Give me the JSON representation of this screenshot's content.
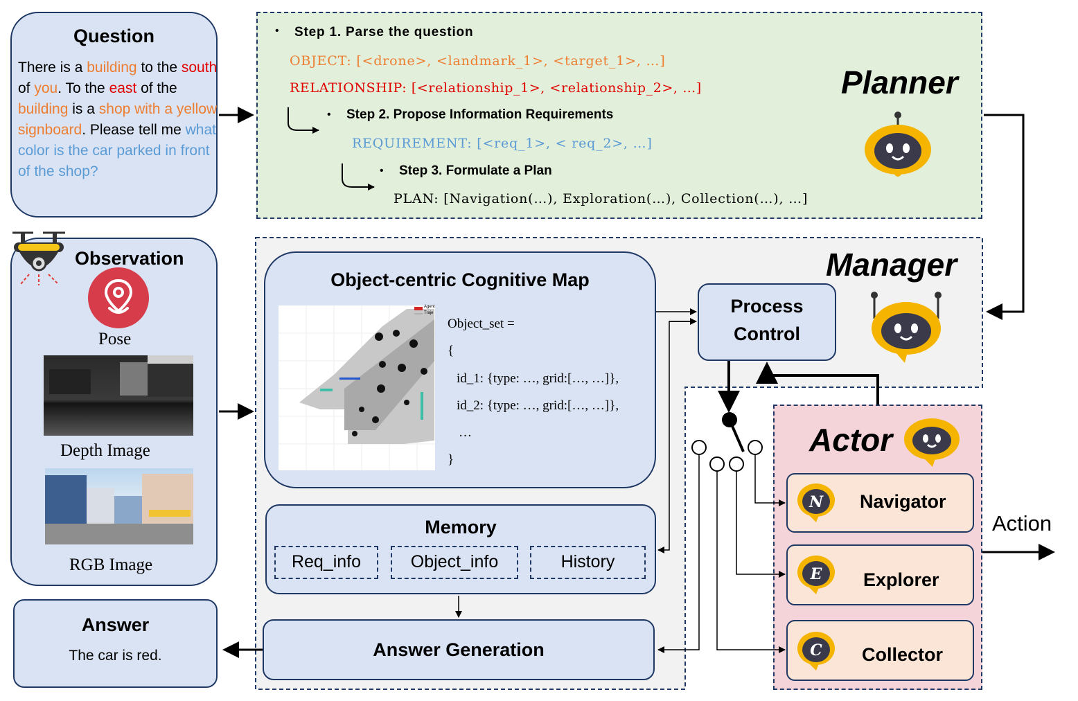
{
  "question": {
    "title": "Question",
    "segments": [
      {
        "text": "There is a ",
        "c": "k"
      },
      {
        "text": "building",
        "c": "o"
      },
      {
        "text": " to the ",
        "c": "k"
      },
      {
        "text": "south",
        "c": "r"
      },
      {
        "text": " of ",
        "c": "k"
      },
      {
        "text": "you",
        "c": "o"
      },
      {
        "text": ". To the ",
        "c": "k"
      },
      {
        "text": "east",
        "c": "r"
      },
      {
        "text": " of the ",
        "c": "k"
      },
      {
        "text": "building",
        "c": "o"
      },
      {
        "text": " is a ",
        "c": "k"
      },
      {
        "text": "shop with a yellow signboard",
        "c": "o"
      },
      {
        "text": ". Please tell me ",
        "c": "k"
      },
      {
        "text": "what color is the car parked in front of the shop?",
        "c": "b"
      }
    ]
  },
  "planner": {
    "label": "Planner",
    "step1": "Step 1. Parse the question",
    "object_line": "OBJECT: [<drone>, <landmark_1>, <target_1>, …]",
    "relationship_line": "RELATIONSHIP: [<relationship_1>, <relationship_2>, …]",
    "step2": "Step 2.  Propose Information Requirements",
    "requirement_line": "REQUIREMENT: [<req_1>, < req_2>, …]",
    "step3": "Step 3. Formulate a Plan",
    "plan_line": "PLAN: [Navigation(…), Exploration(…), Collection(…), …]"
  },
  "observation": {
    "title": "Observation",
    "pose": "Pose",
    "depth": "Depth Image",
    "rgb": "RGB Image"
  },
  "answer": {
    "title": "Answer",
    "text": "The car is red."
  },
  "manager": {
    "label": "Manager",
    "cogmap_title": "Object-centric Cognitive Map",
    "legend_agent": "Agent",
    "legend_traj": "Traje",
    "object_set": [
      "Object_set =",
      "{",
      "id_1: {type: …, grid:[…, …]},",
      "id_2: {type: …, grid:[…, …]},",
      "…",
      "}"
    ],
    "process_control": [
      "Process",
      "Control"
    ],
    "memory_title": "Memory",
    "memory_items": [
      "Req_info",
      "Object_info",
      "History"
    ],
    "answer_gen": "Answer Generation"
  },
  "actor": {
    "label": "Actor",
    "roles": [
      {
        "name": "Navigator",
        "letter": "N"
      },
      {
        "name": "Explorer",
        "letter": "E"
      },
      {
        "name": "Collector",
        "letter": "C"
      }
    ]
  },
  "action_label": "Action",
  "colors": {
    "orange": "#ed7d31",
    "red": "#e00000",
    "light_blue": "#5b9bd5",
    "planner_bg": "#e2efda",
    "manager_bg": "#f2f2f2",
    "actor_bg": "#f4d4d9",
    "role_bg": "#fbe5d6",
    "box_blue": "#dae3f3",
    "border_navy": "#1f3864"
  }
}
